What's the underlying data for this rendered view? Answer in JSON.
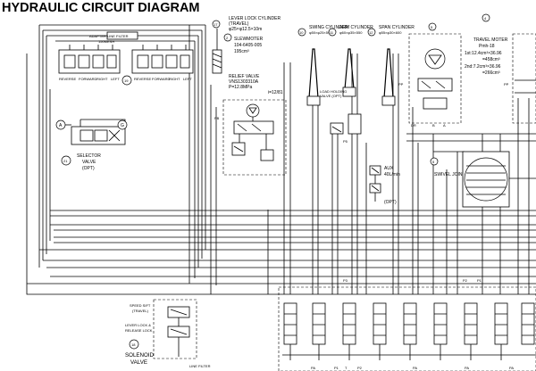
{
  "title": "HYDRAULIC CIRCUIT DIAGRAM",
  "components": {
    "adapter_filter": {
      "label": "ADAPTER LINE FILTER",
      "spec": "150MESH"
    },
    "left_valve": {
      "label_a": "REVERSE",
      "label_b": "FORWARD",
      "label_c": "RIGHT",
      "label_d": "LEFT"
    },
    "right_valve": {
      "label_a": "REVERSE",
      "label_b": "FORWARD",
      "label_c": "RIGHT",
      "label_d": "LEFT"
    },
    "callout_19": "19",
    "selector_valve": {
      "callout": "21",
      "label": "SELECTOR",
      "label2": "VALVE",
      "label3": "(OPT)",
      "port_a": "A",
      "port_g": "G"
    },
    "lever_lock_cylinder": {
      "callout": "17",
      "label": "LEVER LOCK CYLINDER",
      "label2": "(TRAVEL)",
      "spec": "φ25×φ12.5×10m"
    },
    "slew_motor": {
      "callout": "2",
      "label": "SLEWMOTER",
      "spec": "104-6405-005",
      "spec2": "195cm³"
    },
    "relief_valve": {
      "label": "RELIEF VALVE",
      "spec": "VNS1303310A",
      "spec2": "P=12.8MPa",
      "spec3": "i=12/81"
    },
    "swing_cylinder": {
      "callout": "10",
      "label": "SWING CYLINDER",
      "spec": "φ50×φ25×590"
    },
    "arm_cylinder": {
      "callout": "11",
      "label": "ARM CYLINDER",
      "spec": "φ60×φ35×550"
    },
    "boom_cylinder": {
      "callout": "12",
      "label": "SPAN CYLINDER",
      "spec": "φ55×φ30×600"
    },
    "load_holding": {
      "label": "LOAD HOLDING",
      "label2": "VALVE (OPT)"
    },
    "travel_motor_left": {
      "callout": "5"
    },
    "travel_motor_right": {
      "callout": "4",
      "label": "TRAVEL MOTER",
      "spec": "Pmh-18",
      "spec2": "1st:12.4cm³×36.96",
      "spec3": "=458cm³",
      "spec4": "2nd:7.2cm³×36.96",
      "spec5": "=266cm³"
    },
    "swivel_joint": {
      "callout": "5",
      "label": "SWIVEL JOINT"
    },
    "aux": {
      "label": "AUX",
      "spec": "40L/min",
      "label2": "(OPT)"
    },
    "speed_shift": {
      "label": "SPEED SIFT",
      "label2": "(TRAVEL)",
      "label3": "LEVER LOCK &",
      "label4": "RELEASE LOCK",
      "callout": "18",
      "label5": "SOLENOID",
      "label6": "VALVE"
    },
    "line_filter_bottom": {
      "label": "LINE FILTER"
    },
    "ports": {
      "pa": "PA",
      "pb": "PB",
      "p2": "P2",
      "p1": "P1",
      "t": "T",
      "p3": "P3",
      "pp": "PP",
      "p5": "P5",
      "dr": "DR",
      "b": "B",
      "a": "A"
    }
  }
}
